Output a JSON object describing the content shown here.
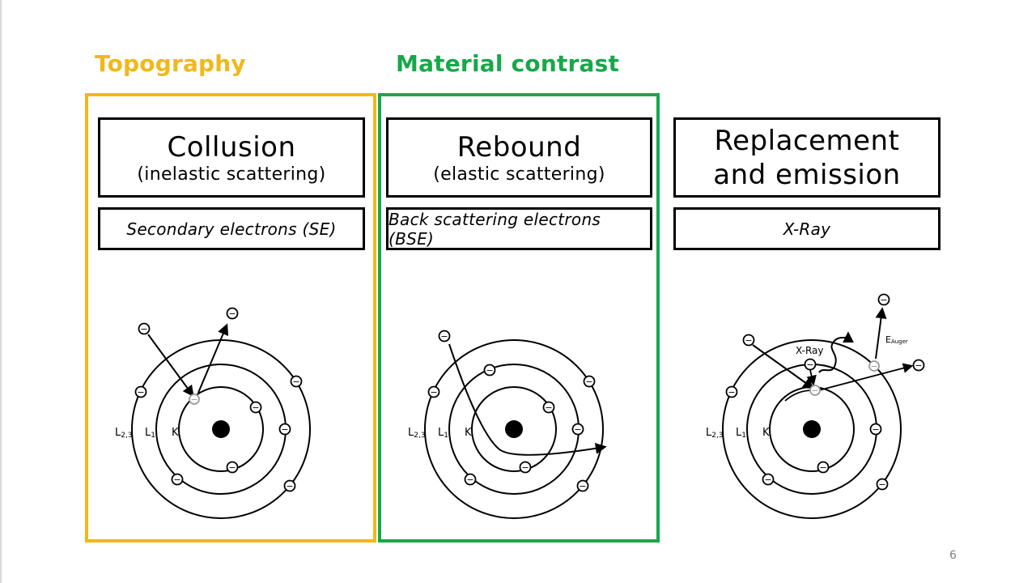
{
  "groups": {
    "topography": {
      "label": "Topography",
      "color": "#f0b81a"
    },
    "material_contrast": {
      "label": "Material contrast",
      "color": "#16a84a"
    }
  },
  "mechanisms": [
    {
      "title": "Collusion",
      "subtitle": "(inelastic scattering)",
      "signal": "Secondary electrons (SE)"
    },
    {
      "title": "Rebound",
      "subtitle": "(elastic scattering)",
      "signal": "Back scattering electrons (BSE)"
    },
    {
      "title": "Replacement and emission",
      "subtitle": "",
      "signal": "X-Ray"
    }
  ],
  "shell_labels": {
    "outer": "L2,3",
    "middle": "L1",
    "inner": "K"
  },
  "electron_symbol": "−",
  "xray_label": "X-Ray",
  "auger_label": "EAuger",
  "page_number": "6"
}
